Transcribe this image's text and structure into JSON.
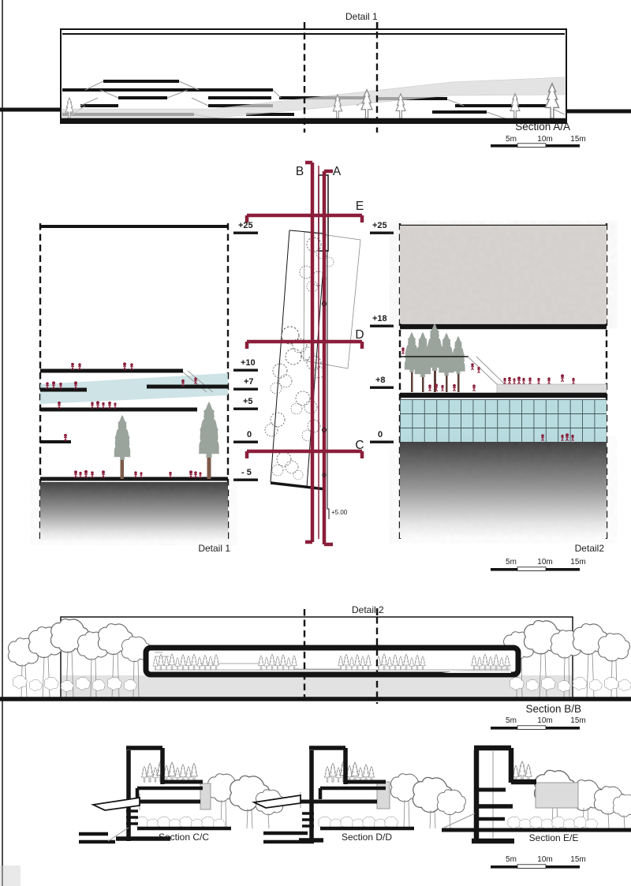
{
  "colors": {
    "accent": "#8b1e3a",
    "water": "#c5dee2",
    "glazing": "#b8dce0",
    "concrete": "#d8d5d2",
    "tree_gray": "#9aa39c",
    "trunk_brown": "#7d5a49",
    "ground_dark": "#3e3e3e",
    "band_gray": "#d9d9d9"
  },
  "section_aa": {
    "detail_label": "Detail 1",
    "section_label": "Section A/A"
  },
  "plan": {
    "line_a": "A",
    "line_b": "B",
    "line_c": "C",
    "line_d": "D",
    "line_e": "E",
    "spot_elevation": "+5.00"
  },
  "elev_left": {
    "e25": "+25",
    "e10": "+10",
    "e7": "+7",
    "e5": "+5",
    "e0": "0",
    "em5": "- 5"
  },
  "elev_right": {
    "e25": "+25",
    "e18": "+18",
    "e8": "+8",
    "e0": "0"
  },
  "detail1": {
    "caption": "Detail 1"
  },
  "detail2": {
    "caption": "Detail2"
  },
  "section_bb": {
    "detail_label": "Detail 2",
    "section_label": "Section B/B"
  },
  "section_cc": {
    "label": "Section C/C"
  },
  "section_dd": {
    "label": "Section D/D"
  },
  "section_ee": {
    "label": "Section E/E"
  },
  "scalebar": {
    "m5": "5m",
    "m10": "10m",
    "m15": "15m"
  }
}
